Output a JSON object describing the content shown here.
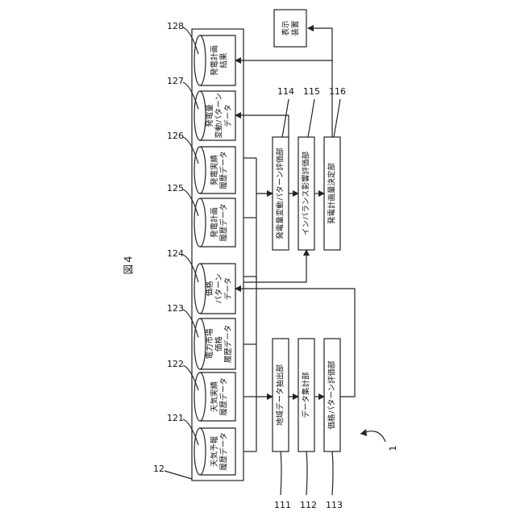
{
  "figure_title": "図４",
  "storage_ref": "12",
  "system_ref": "1",
  "databases": [
    {
      "num": "121",
      "lines": [
        "天気予報",
        "履歴データ"
      ]
    },
    {
      "num": "122",
      "lines": [
        "天気実績",
        "履歴データ"
      ]
    },
    {
      "num": "123",
      "lines": [
        "電力市場",
        "価格",
        "履歴データ"
      ]
    },
    {
      "num": "124",
      "lines": [
        "価格",
        "パターン",
        "データ"
      ]
    },
    {
      "num": "125",
      "lines": [
        "発電計画",
        "履歴データ"
      ]
    },
    {
      "num": "126",
      "lines": [
        "発電実績",
        "履歴データ"
      ]
    },
    {
      "num": "127",
      "lines": [
        "発電量",
        "変動パターン",
        "データ"
      ]
    },
    {
      "num": "128",
      "lines": [
        "発電計画",
        "結果"
      ]
    }
  ],
  "units": [
    {
      "num": "111",
      "label": "地域データ抽出部"
    },
    {
      "num": "112",
      "label": "データ集計部"
    },
    {
      "num": "113",
      "label": "価格パターン評価部"
    },
    {
      "num": "114",
      "label": "発電量変動パターン評価部"
    },
    {
      "num": "115",
      "label": "インバランス影響評価部"
    },
    {
      "num": "116",
      "label": "発電計画量決定部"
    }
  ],
  "display": {
    "lines": [
      "表示",
      "装置"
    ]
  }
}
